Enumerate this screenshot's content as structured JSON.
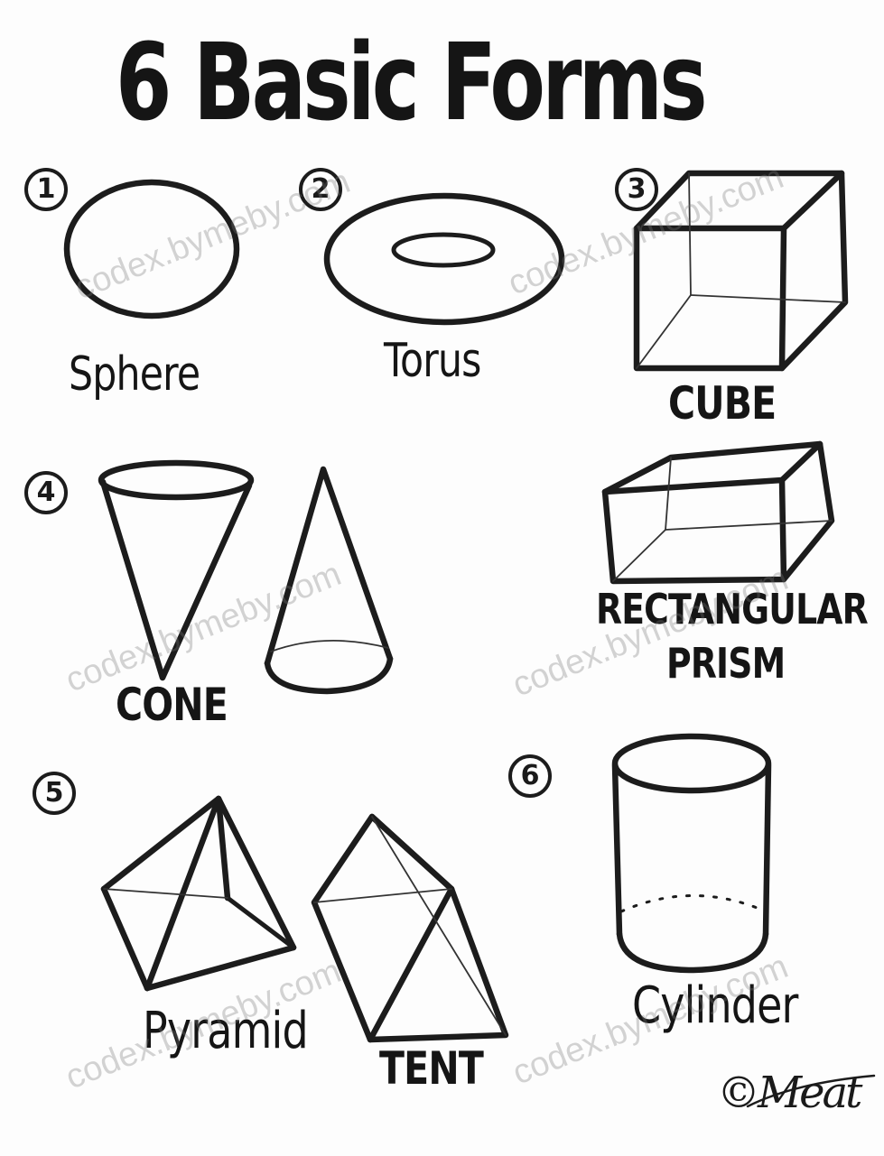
{
  "title": "6 Basic Forms",
  "forms": [
    {
      "number": "1",
      "label": "Sphere"
    },
    {
      "number": "2",
      "label": "Torus"
    },
    {
      "number": "3",
      "label": "CUBE"
    },
    {
      "number": "4",
      "label": "CONE"
    },
    {
      "prism_line1": "RECTANGULAR",
      "prism_line2": "PRISM"
    },
    {
      "number": "5",
      "label": "Pyramid",
      "second_label": "TENT"
    },
    {
      "number": "6",
      "label": "Cylinder"
    }
  ],
  "watermark": "codex.bymeby.com",
  "signature": "©Meat"
}
